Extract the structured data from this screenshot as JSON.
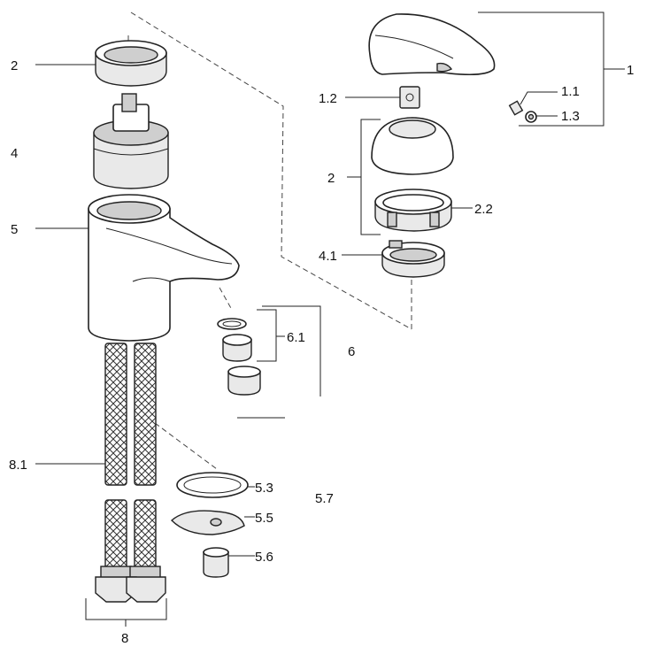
{
  "labels": {
    "l_1": "1",
    "l_1_1": "1.1",
    "l_1_2": "1.2",
    "l_1_3": "1.3",
    "l_2_top": "2",
    "l_2_right": "2",
    "l_2_2": "2.2",
    "l_4": "4",
    "l_4_1": "4.1",
    "l_5": "5",
    "l_5_3": "5.3",
    "l_5_5": "5.5",
    "l_5_6": "5.6",
    "l_5_7": "5.7",
    "l_6": "6",
    "l_6_1": "6.1",
    "l_8": "8",
    "l_8_1": "8.1"
  }
}
